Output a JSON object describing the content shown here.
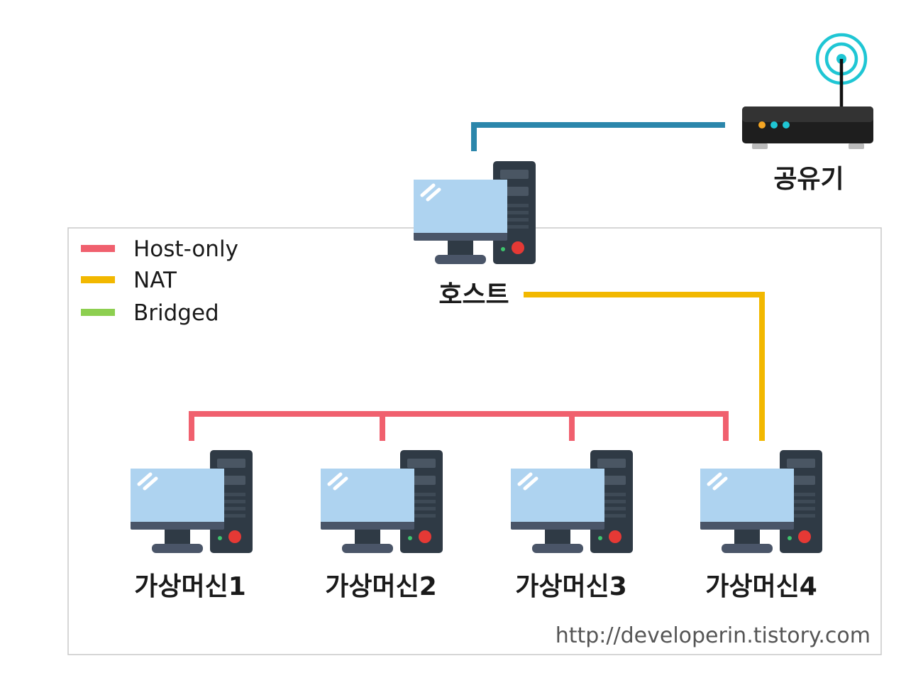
{
  "colors": {
    "host_only": "#f0606e",
    "nat": "#f2b800",
    "bridged": "#8dcf50",
    "router_link": "#2b86ab",
    "wifi": "#1fc6d4",
    "monitor_screen": "#aed3f0",
    "monitor_frame": "#4a5568",
    "tower": "#2f3a45",
    "power_led": "#e53935"
  },
  "legend": [
    {
      "label": "Host-only",
      "color_key": "host_only"
    },
    {
      "label": "NAT",
      "color_key": "nat"
    },
    {
      "label": "Bridged",
      "color_key": "bridged"
    }
  ],
  "router": {
    "label": "공유기",
    "icon": "router-icon"
  },
  "host": {
    "label": "호스트",
    "icon": "desktop-computer-icon"
  },
  "vms": [
    {
      "label": "가상머신1",
      "icon": "desktop-computer-icon"
    },
    {
      "label": "가상머신2",
      "icon": "desktop-computer-icon"
    },
    {
      "label": "가상머신3",
      "icon": "desktop-computer-icon"
    },
    {
      "label": "가상머신4",
      "icon": "desktop-computer-icon"
    }
  ],
  "watermark": "http://developerin.tistory.com"
}
